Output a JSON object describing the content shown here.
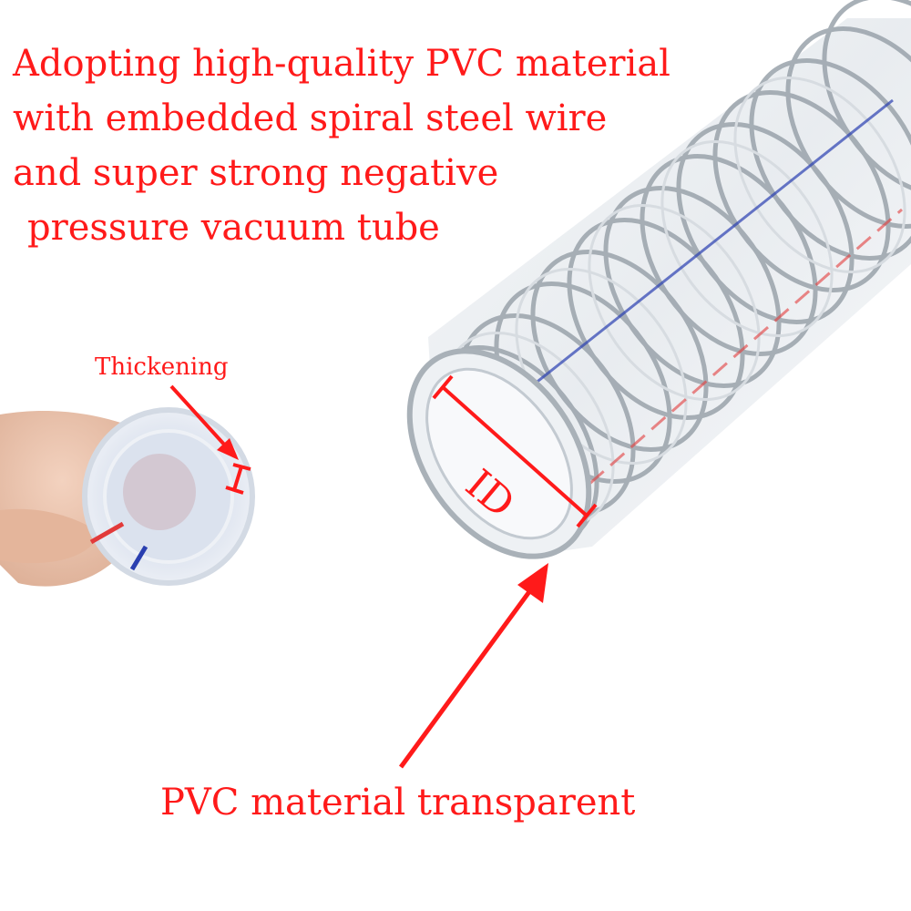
{
  "headline": {
    "line1": "Adopting high-quality PVC material",
    "line2": "with embedded spiral steel wire",
    "line3": "and super strong negative",
    "line4": "pressure vacuum tube"
  },
  "labels": {
    "thickening": "Thickening",
    "id_marker": "ID",
    "transparent": "PVC material transparent"
  },
  "colors": {
    "annotation_red": "#ff1a1a",
    "hose_blue_stripe": "#2a3fb0",
    "hose_red_stripe": "#e23a3a",
    "background": "#ffffff"
  }
}
